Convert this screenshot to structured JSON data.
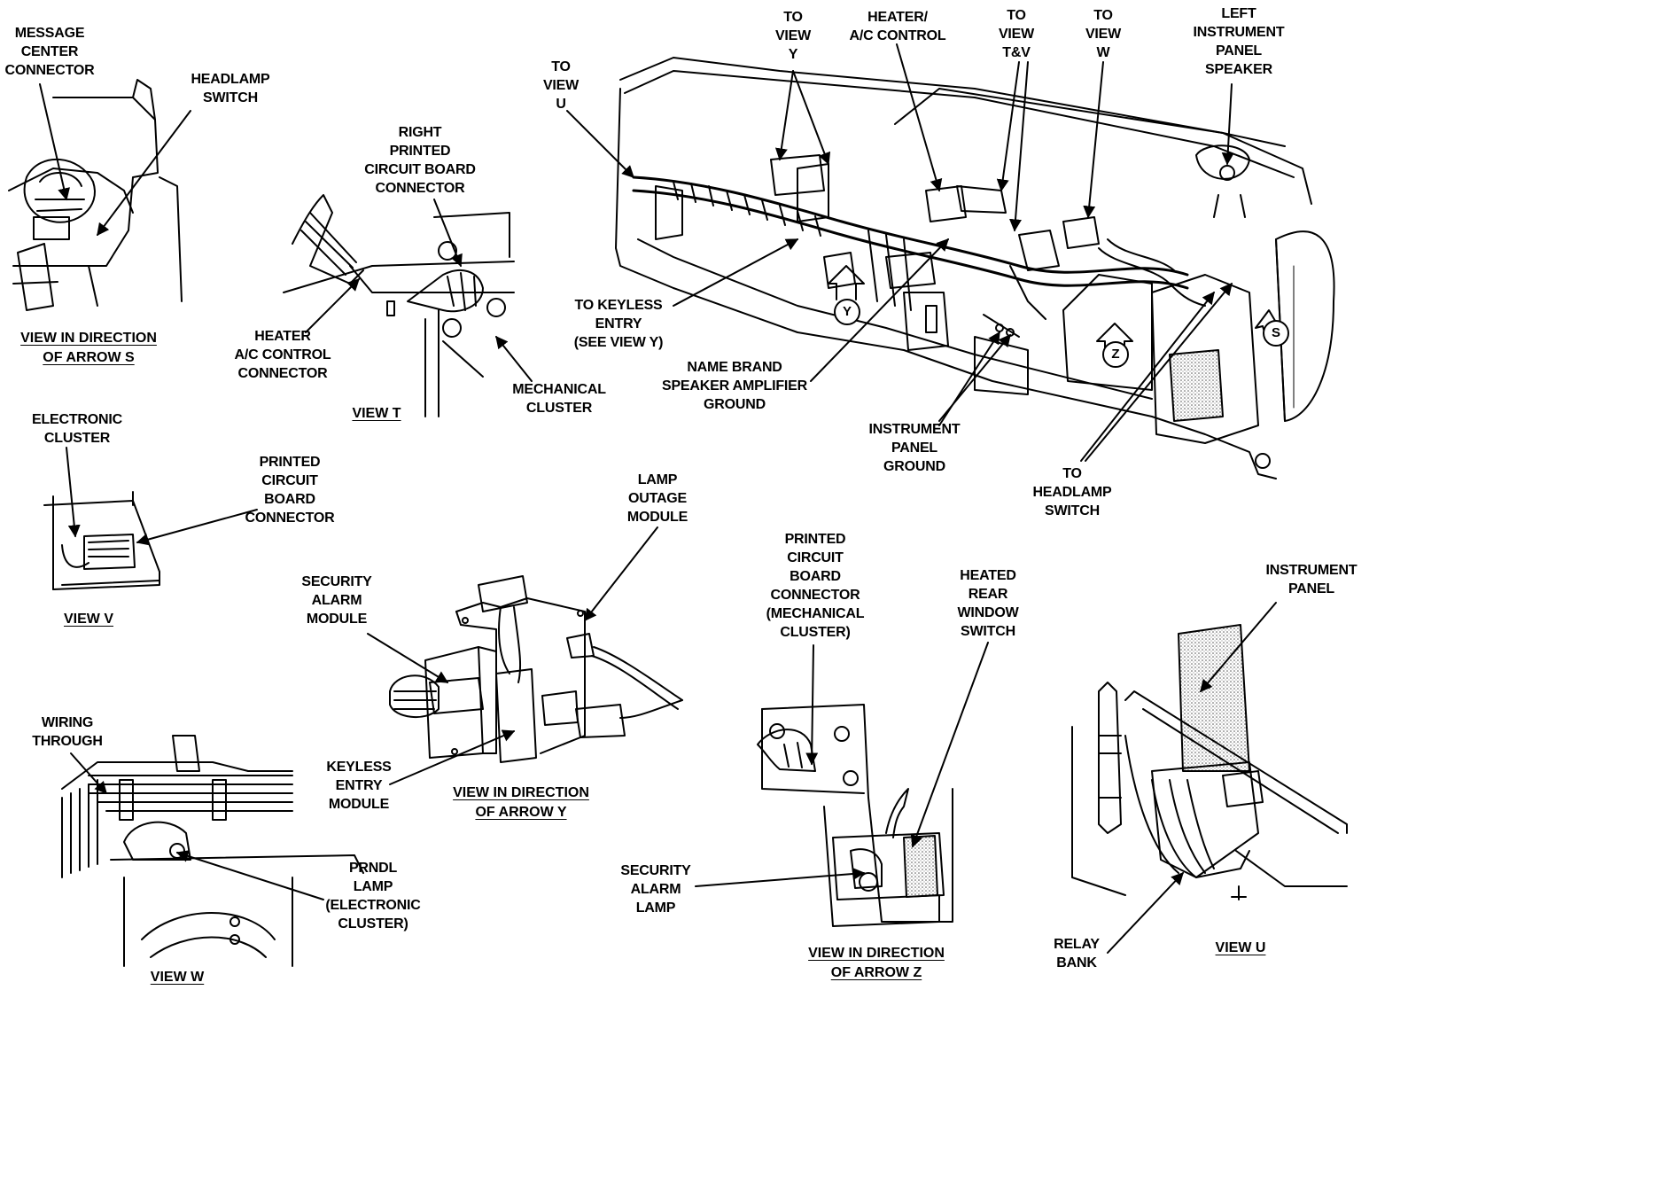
{
  "labels": {
    "message_center_connector": "MESSAGE\nCENTER\nCONNECTOR",
    "headlamp_switch_s": "HEADLAMP\nSWITCH",
    "right_pcb_connector": "RIGHT\nPRINTED\nCIRCUIT BOARD\nCONNECTOR",
    "heater_ac_control_connector": "HEATER\nA/C CONTROL\nCONNECTOR",
    "mechanical_cluster": "MECHANICAL\nCLUSTER",
    "to_view_u": "TO\nVIEW\nU",
    "to_view_y": "TO\nVIEW\nY",
    "heater_ac_control": "HEATER/\nA/C CONTROL",
    "to_view_tv": "TO\nVIEW\nT&V",
    "to_view_w": "TO\nVIEW\nW",
    "left_ip_speaker": "LEFT\nINSTRUMENT\nPANEL\nSPEAKER",
    "to_keyless_entry": "TO KEYLESS\nENTRY\n(SEE VIEW Y)",
    "name_brand_speaker": "NAME BRAND\nSPEAKER AMPLIFIER\nGROUND",
    "ip_ground": "INSTRUMENT\nPANEL\nGROUND",
    "to_headlamp_switch": "TO\nHEADLAMP\nSWITCH",
    "electronic_cluster": "ELECTRONIC\nCLUSTER",
    "pcb_connector_v": "PRINTED\nCIRCUIT\nBOARD\nCONNECTOR",
    "lamp_outage_module": "LAMP\nOUTAGE\nMODULE",
    "security_alarm_module": "SECURITY\nALARM\nMODULE",
    "keyless_entry_module": "KEYLESS\nENTRY\nMODULE",
    "pcb_connector_mech": "PRINTED\nCIRCUIT\nBOARD\nCONNECTOR\n(MECHANICAL\nCLUSTER)",
    "heated_rear_window_switch": "HEATED\nREAR\nWINDOW\nSWITCH",
    "security_alarm_lamp": "SECURITY\nALARM\nLAMP",
    "instrument_panel": "INSTRUMENT\nPANEL",
    "wiring_through": "WIRING\nTHROUGH",
    "prndl_lamp": "PRNDL\nLAMP\n(ELECTRONIC\nCLUSTER)",
    "relay_bank": "RELAY\nBANK"
  },
  "captions": {
    "view_s": "VIEW IN DIRECTION\nOF ARROW S",
    "view_t": "VIEW T",
    "view_v": "VIEW V",
    "view_y": "VIEW IN DIRECTION\nOF ARROW Y",
    "view_z": "VIEW IN DIRECTION\nOF ARROW Z",
    "view_w": "VIEW W",
    "view_u": "VIEW U"
  },
  "markers": {
    "y": "Y",
    "z": "Z",
    "s": "S"
  }
}
